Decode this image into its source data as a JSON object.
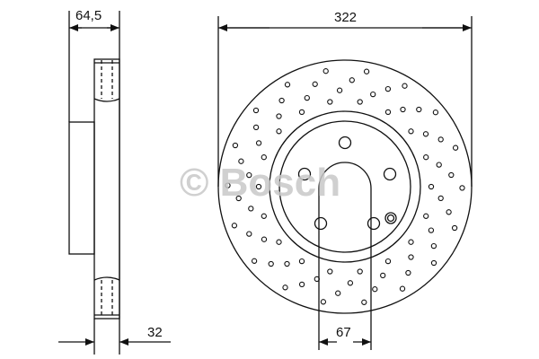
{
  "dimensions": {
    "overall_height": "64,5",
    "disc_thickness": "32",
    "diameter": "322",
    "center_bore": "67"
  },
  "watermark": "© Bosch",
  "colors": {
    "line": "#111111",
    "watermark": "#c8c8c8"
  }
}
